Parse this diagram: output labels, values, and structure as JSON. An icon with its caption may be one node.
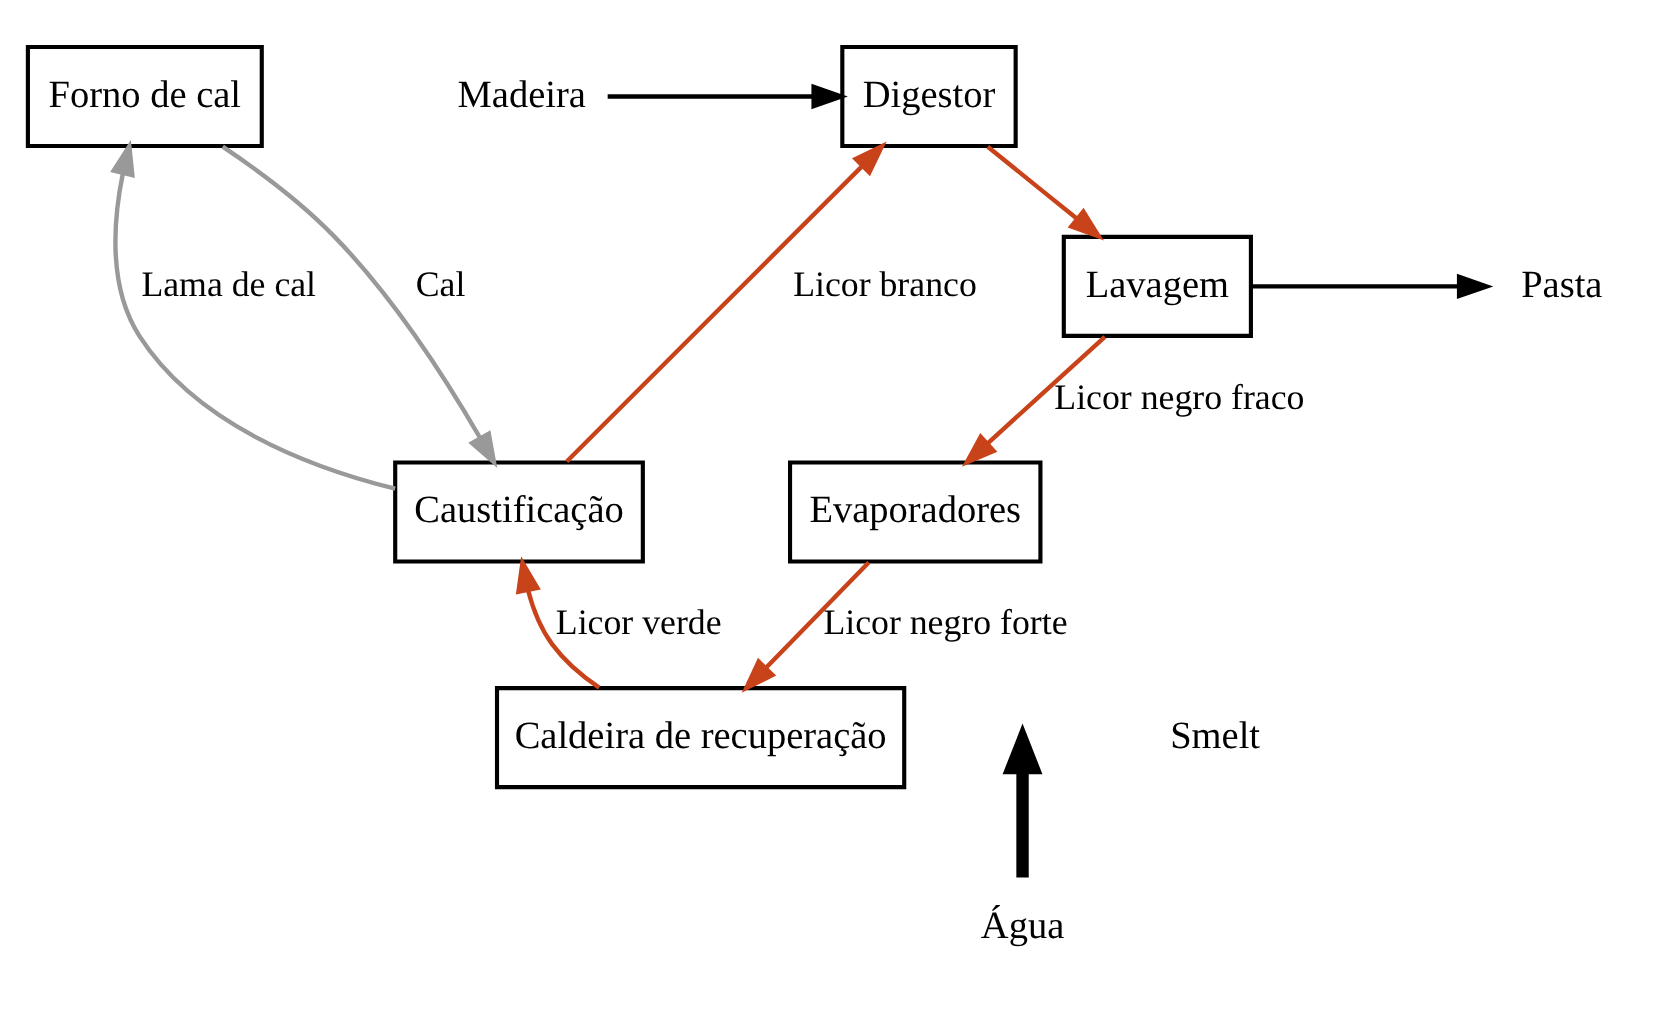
{
  "diagram": {
    "nodes": [
      {
        "text": [
          "Forno de cal"
        ]
      },
      {
        "text": [
          "Digestor"
        ]
      },
      {
        "text": [
          "Lavagem"
        ]
      },
      {
        "text": [
          "Caustificação"
        ]
      },
      {
        "text": [
          "Evaporadores"
        ]
      },
      {
        "text": [
          "Caldeira de recuperação"
        ]
      },
      {
        "text": [
          "Madeira"
        ]
      },
      {
        "text": [
          "Pasta"
        ]
      },
      {
        "text": [
          "Água"
        ]
      }
    ],
    "edges": [
      {
        "from": 6,
        "to": 1,
        "arrow": "to",
        "color": "#000000"
      },
      {
        "from": 1,
        "to": 2,
        "arrow": "to"
      },
      {
        "from": 2,
        "to": 7,
        "arrow": "to",
        "color": "#000000"
      },
      {
        "from": 2,
        "to": 4,
        "arrow": "to",
        "label": "Licor negro fraco"
      },
      {
        "from": 4,
        "to": 5,
        "arrow": "to",
        "label": "Licor negro forte"
      },
      {
        "from": 5,
        "to": 3,
        "arrow": "to",
        "label": "Licor verde"
      },
      {
        "from": 3,
        "to": 1,
        "arrow": "to",
        "label": "Licor branco"
      },
      {
        "from": 3,
        "to": 0,
        "arrow": "to",
        "label": "Lama de cal",
        "color": "#999999"
      },
      {
        "from": 0,
        "to": 3,
        "arrow": "to",
        "label": "Cal",
        "color": "#999999"
      },
      {
        "from": 8,
        "to": null,
        "arrow": "to",
        "style": "thick",
        "color": "#000000"
      }
    ],
    "labels": [
      "Smelt"
    ]
  }
}
